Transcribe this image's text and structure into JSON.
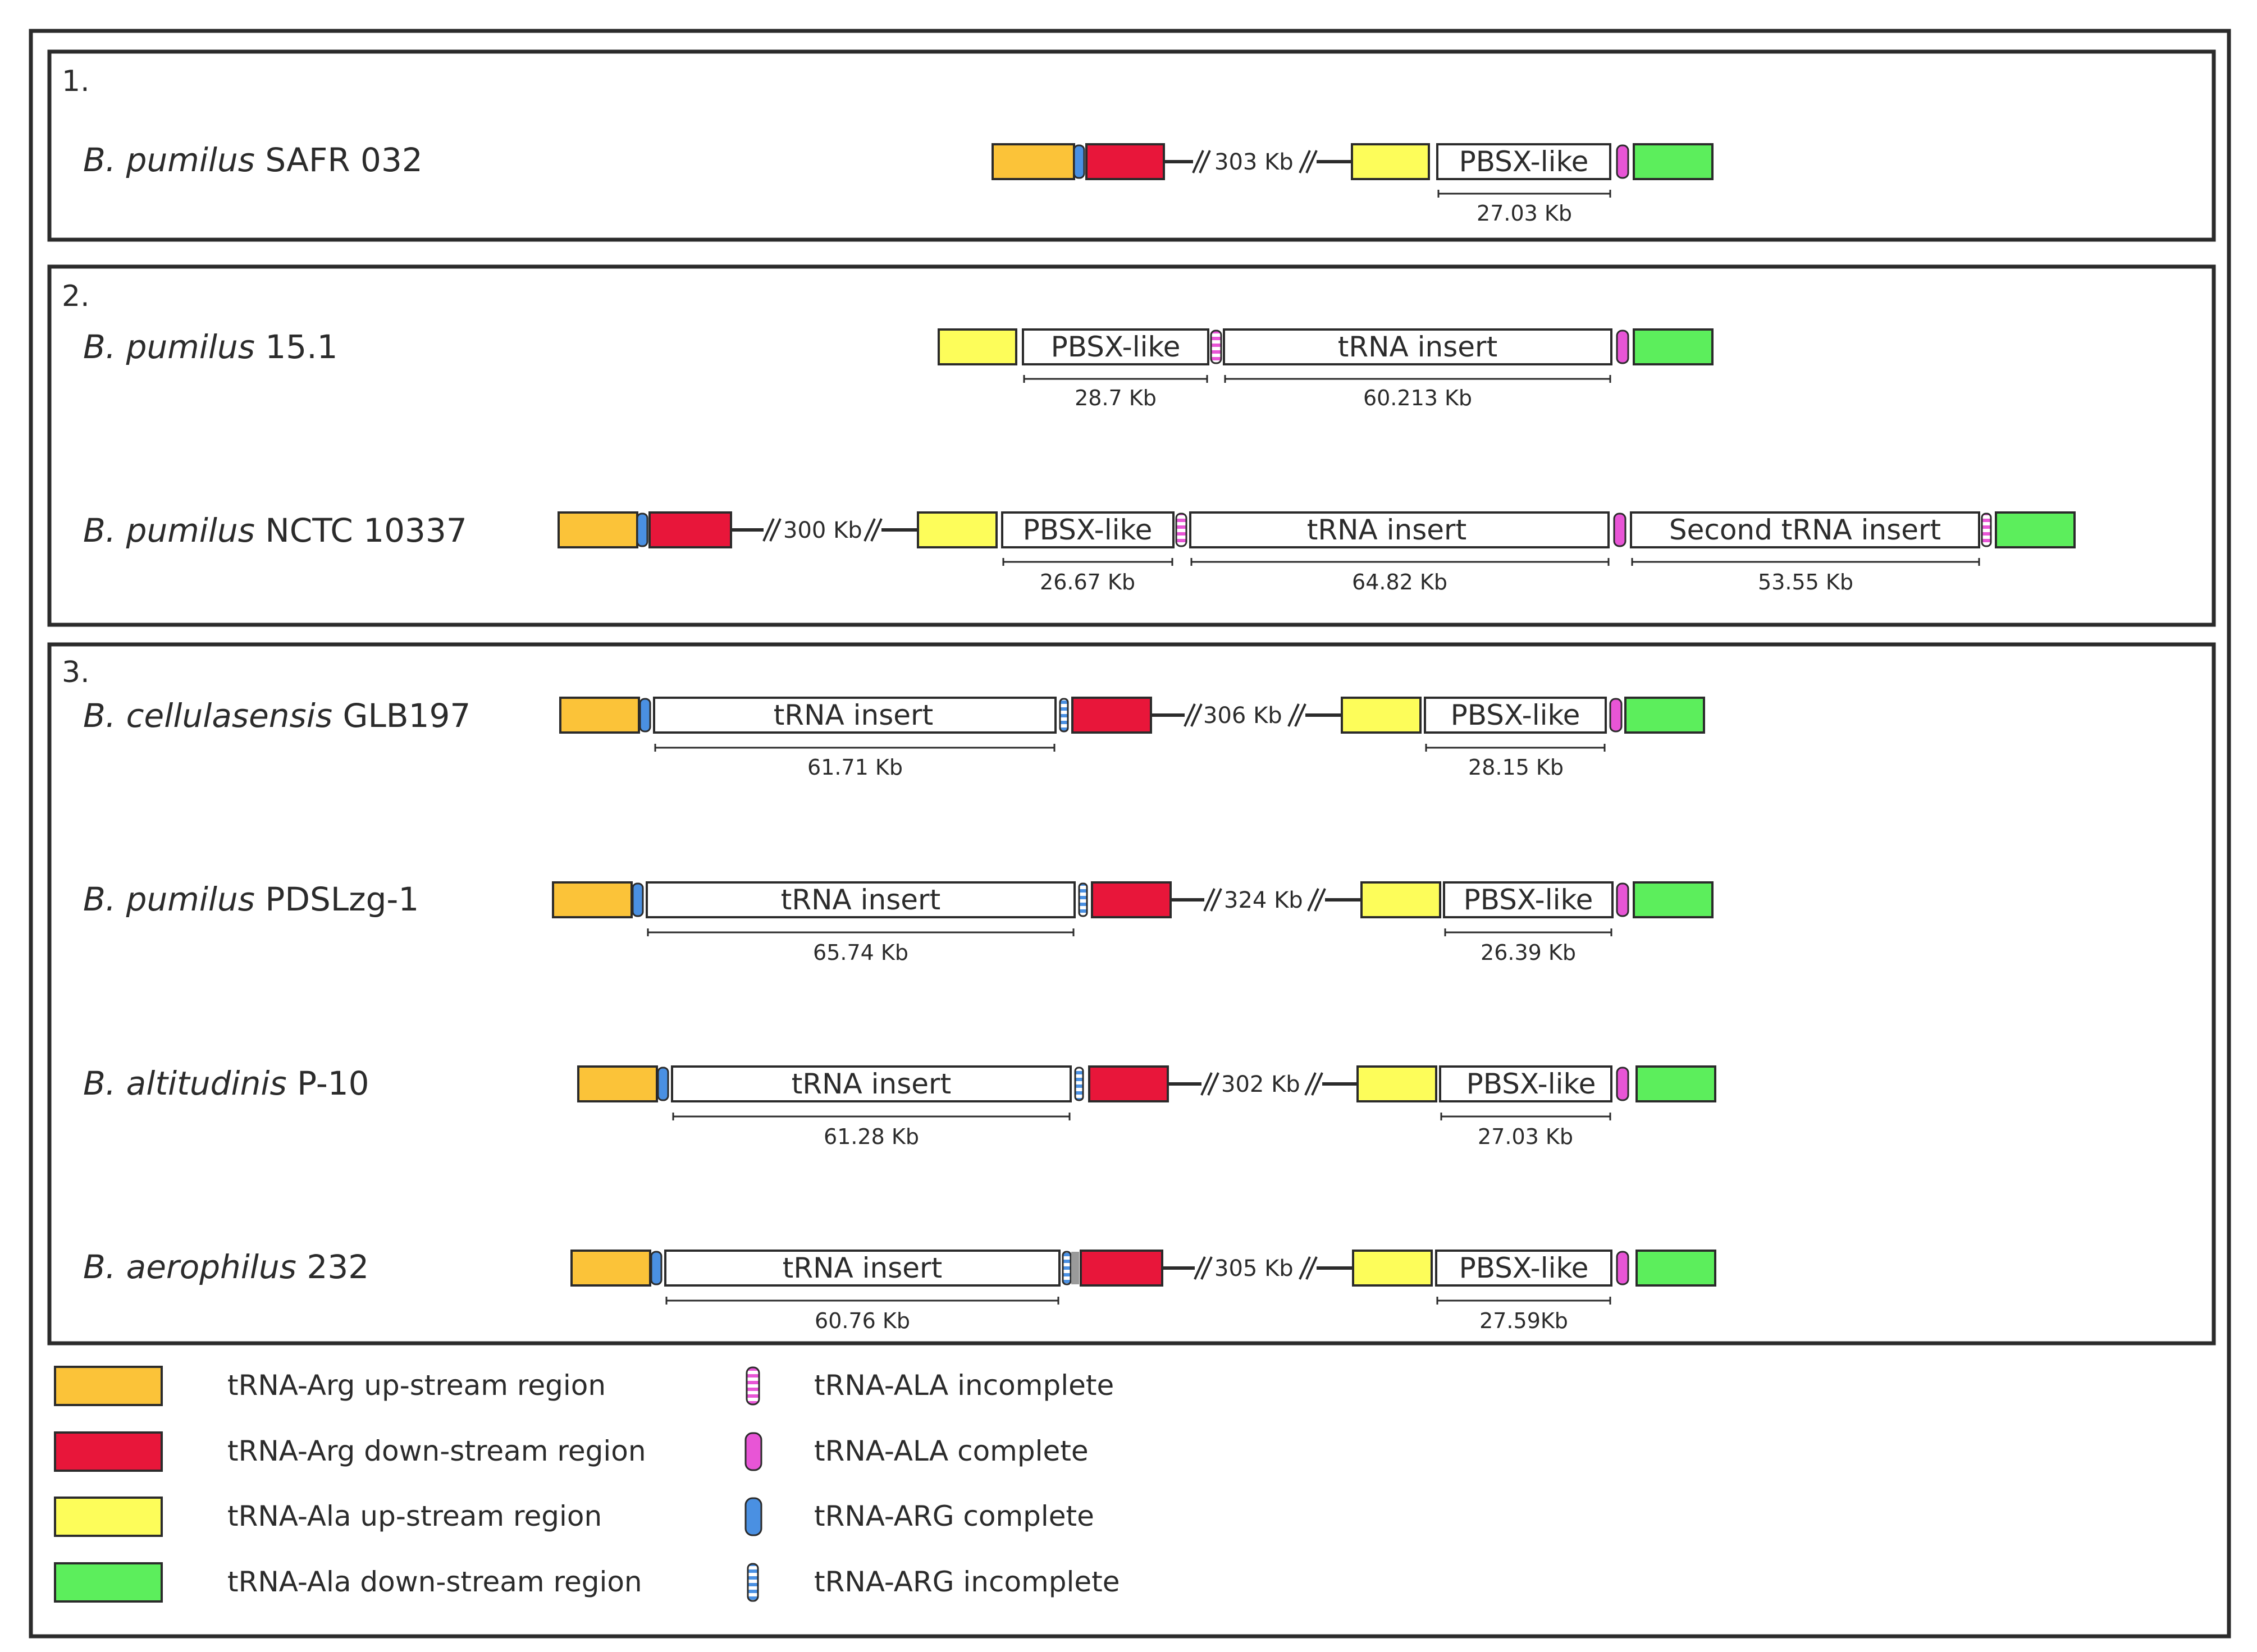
{
  "colors": {
    "arg_up": "#FBC339",
    "arg_down": "#E8163A",
    "ala_up": "#FDFD5A",
    "ala_down": "#5CEE5C",
    "trna_arg": "#4A90E2",
    "trna_ala": "#E855D6",
    "insert_fill": "#FFFFFF",
    "outline": "#2b2b2b"
  },
  "groups": [
    {
      "number": "1.",
      "rows": [
        {
          "species_italic": "B. pumilus",
          "strain": "SAFR 032",
          "gap": "303 Kb",
          "pbsx": {
            "label": "PBSX-like",
            "size": "27.03 Kb"
          }
        }
      ]
    },
    {
      "number": "2.",
      "rows": [
        {
          "species_italic": "B. pumilus",
          "strain": "15.1",
          "pbsx": {
            "label": "PBSX-like",
            "size": "28.7 Kb"
          },
          "trna_insert": {
            "label": "tRNA insert",
            "size": "60.213 Kb"
          }
        },
        {
          "species_italic": "B. pumilus",
          "strain": "NCTC 10337",
          "gap": "300 Kb",
          "pbsx": {
            "label": "PBSX-like",
            "size": "26.67 Kb"
          },
          "trna_insert": {
            "label": "tRNA insert",
            "size": "64.82 Kb"
          },
          "second_insert": {
            "label": "Second tRNA insert",
            "size": "53.55 Kb"
          }
        }
      ]
    },
    {
      "number": "3.",
      "rows": [
        {
          "species_italic": "B. cellulasensis",
          "strain": "GLB197",
          "trna_insert": {
            "label": "tRNA insert",
            "size": "61.71 Kb"
          },
          "gap": "306 Kb",
          "pbsx": {
            "label": "PBSX-like",
            "size": "28.15 Kb"
          }
        },
        {
          "species_italic": "B. pumilus",
          "strain": "PDSLzg-1",
          "trna_insert": {
            "label": "tRNA insert",
            "size": "65.74 Kb"
          },
          "gap": "324 Kb",
          "pbsx": {
            "label": "PBSX-like",
            "size": "26.39 Kb"
          }
        },
        {
          "species_italic": "B. altitudinis",
          "strain": "P-10",
          "trna_insert": {
            "label": "tRNA insert",
            "size": "61.28 Kb"
          },
          "gap": "302 Kb",
          "pbsx": {
            "label": "PBSX-like",
            "size": "27.03 Kb"
          }
        },
        {
          "species_italic": "B. aerophilus",
          "strain": "232",
          "trna_insert": {
            "label": "tRNA insert",
            "size": "60.76 Kb"
          },
          "gap": "305 Kb",
          "pbsx": {
            "label": "PBSX-like",
            "size": "27.59Kb"
          }
        }
      ]
    }
  ],
  "legend": {
    "left": [
      {
        "label": "tRNA-Arg up-stream region",
        "color": "#FBC339"
      },
      {
        "label": "tRNA-Arg down-stream region",
        "color": "#E8163A"
      },
      {
        "label": "tRNA-Ala up-stream region",
        "color": "#FDFD5A"
      },
      {
        "label": "tRNA-Ala down-stream region",
        "color": "#5CEE5C"
      }
    ],
    "right": [
      {
        "label": "tRNA-ALA incomplete",
        "color": "#E855D6",
        "icon": "trna-ala-incomplete-icon"
      },
      {
        "label": "tRNA-ALA complete",
        "color": "#E855D6",
        "icon": "trna-ala-complete-icon"
      },
      {
        "label": "tRNA-ARG complete",
        "color": "#4A90E2",
        "icon": "trna-arg-complete-icon"
      },
      {
        "label": "tRNA-ARG incomplete",
        "color": "#4A90E2",
        "icon": "trna-arg-incomplete-icon"
      }
    ]
  }
}
